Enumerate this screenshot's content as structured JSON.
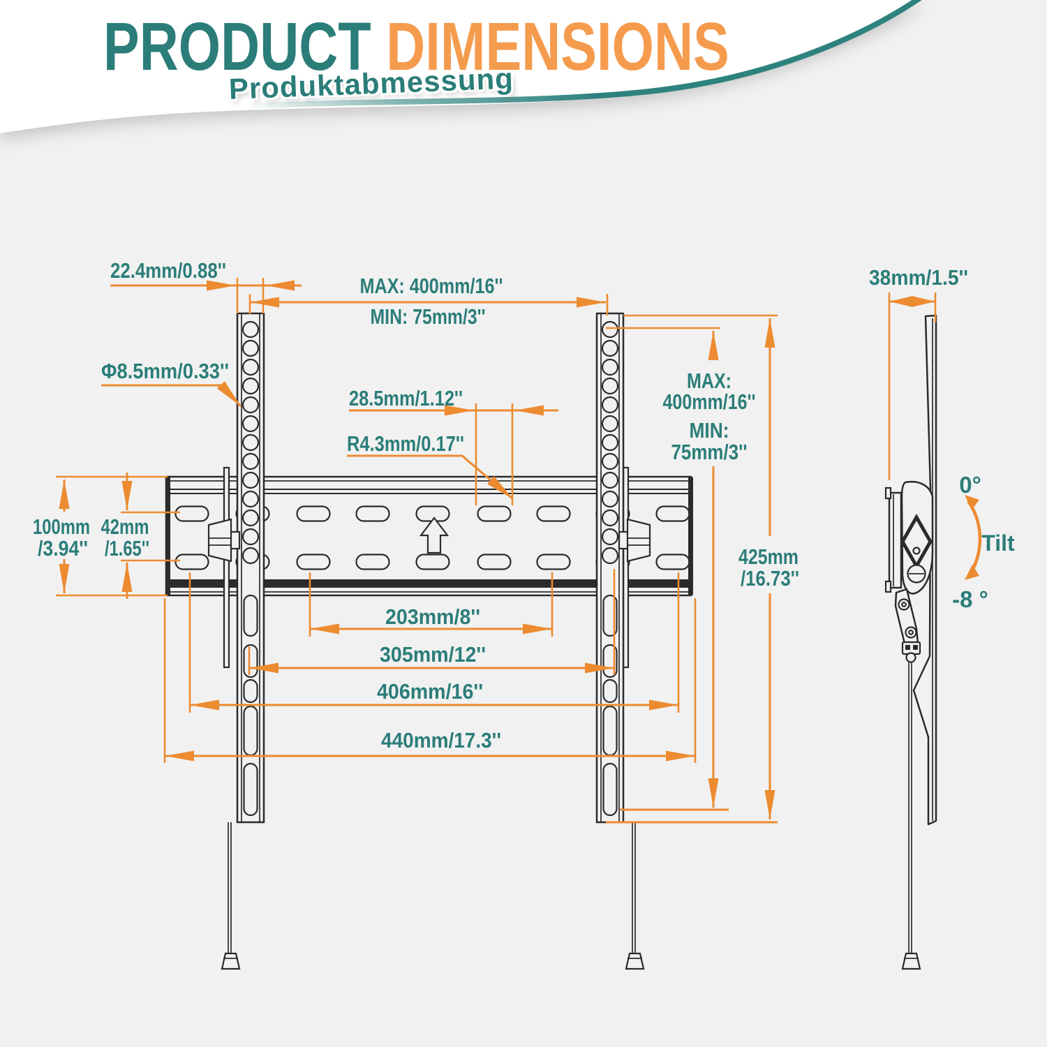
{
  "header": {
    "title_product": "PRODUCT ",
    "title_dimensions": "DIMENSIONS",
    "subtitle": "Produktabmessung"
  },
  "colors": {
    "teal_text": "#2b7d79",
    "orange_title": "#f59b4d",
    "orange_dimension": "#ec8b30",
    "drawing_line": "#2b2b2b",
    "background": "#f1f1f1"
  },
  "front_view": {
    "bracket_depth": "22.4mm/0.88''",
    "vesa_width_max": "MAX: 400mm/16''",
    "vesa_width_min": "MIN: 75mm/3''",
    "hole_diameter": "Φ8.5mm/0.33''",
    "slot_length": "28.5mm/1.12''",
    "slot_radius": "R4.3mm/0.17''",
    "plate_height_mm": "100mm",
    "plate_height_in": "/3.94''",
    "slot_row_spacing_mm": "42mm",
    "slot_row_spacing_in": "/1.65''",
    "span_small": "203mm/8''",
    "span_medium": "305mm/12''",
    "span_large": "406mm/16''",
    "span_total": "440mm/17.3''",
    "vesa_height_max_label": "MAX:",
    "vesa_height_max_value": "400mm/16''",
    "vesa_height_min_label": "MIN:",
    "vesa_height_min_value": "75mm/3''",
    "bracket_height_mm": "425mm",
    "bracket_height_in": "/16.73''"
  },
  "side_view": {
    "depth": "38mm/1.5''",
    "tilt_up": "0°",
    "tilt_label": "Tilt",
    "tilt_down": "-8 °"
  }
}
